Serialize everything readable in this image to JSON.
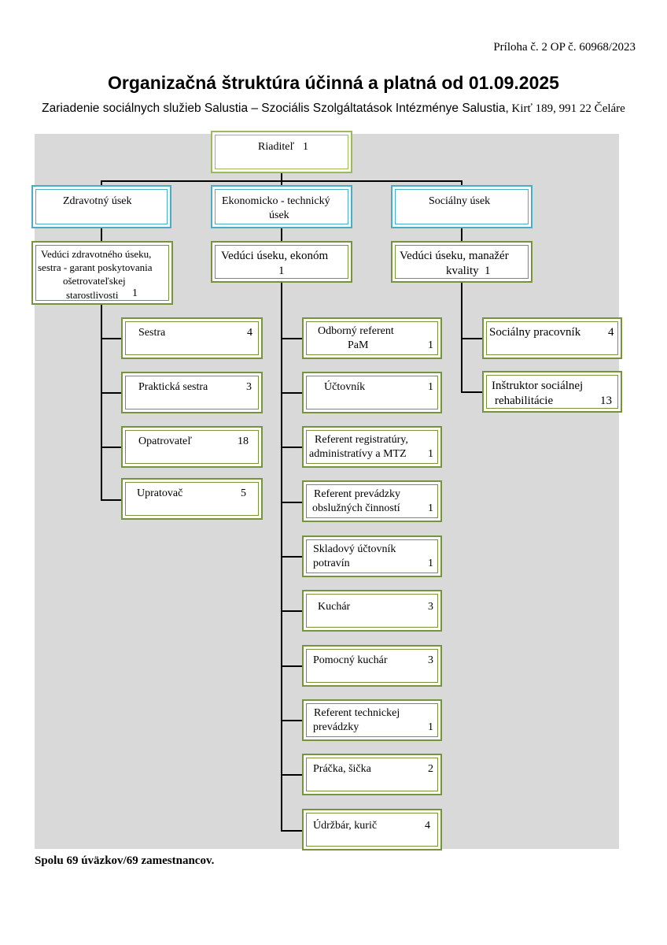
{
  "header": {
    "reference": "Príloha č. 2 OP č. 60968/2023",
    "title": "Organizačná štruktúra účinná a platná od 01.09.2025",
    "subtitle_main": "Zariadenie sociálnych služieb Salustia – Szociális Szolgáltatások Intézménye Salustia,",
    "subtitle_address": "Kirť 189, 991 22 Čeláre"
  },
  "director": {
    "label": "Riaditeľ",
    "count": "1"
  },
  "departments": {
    "health": {
      "label": "Zdravotný úsek"
    },
    "economic": {
      "label1": "Ekonomicko - technický",
      "label2": "úsek"
    },
    "social": {
      "label": "Sociálny úsek"
    }
  },
  "heads": {
    "health": {
      "l1": "Vedúci zdravotného úseku,",
      "l2": "sestra - garant poskytovania",
      "l3": "ošetrovateľskej",
      "l4": "starostlivosti",
      "count": "1"
    },
    "economic": {
      "l1": "Vedúci úseku, ekonóm",
      "count": "1"
    },
    "social": {
      "l1": "Vedúci úseku, manažér",
      "l2": "kvality",
      "count": "1"
    }
  },
  "health_staff": [
    {
      "label": "Sestra",
      "count": "4"
    },
    {
      "label": "Praktická sestra",
      "count": "3"
    },
    {
      "label": "Opatrovateľ",
      "count": "18"
    },
    {
      "label": "Upratovač",
      "count": "5"
    }
  ],
  "economic_staff": [
    {
      "l1": "Odborný referent",
      "l2": "PaM",
      "count": "1"
    },
    {
      "l1": "Účtovník",
      "l2": "",
      "count": "1"
    },
    {
      "l1": "Referent registratúry,",
      "l2": "administratívy a MTZ",
      "count": "1"
    },
    {
      "l1": "Referent prevádzky",
      "l2": "obslužných činností",
      "count": "1"
    },
    {
      "l1": "Skladový účtovník",
      "l2": "potravín",
      "count": "1"
    },
    {
      "l1": "Kuchár",
      "l2": "",
      "count": "3"
    },
    {
      "l1": "Pomocný kuchár",
      "l2": "",
      "count": "3"
    },
    {
      "l1": "Referent technickej",
      "l2": "prevádzky",
      "count": "1"
    },
    {
      "l1": "Práčka, šička",
      "l2": "",
      "count": "2"
    },
    {
      "l1": "Údržbár, kurič",
      "l2": "",
      "count": "4"
    }
  ],
  "social_staff": [
    {
      "l1": "Sociálny pracovník",
      "l2": "",
      "count": "4"
    },
    {
      "l1": "Inštruktor sociálnej",
      "l2": "rehabilitácie",
      "count": "13"
    }
  ],
  "footer": {
    "total": "Spolu 69 úväzkov/69 zamestnancov."
  }
}
